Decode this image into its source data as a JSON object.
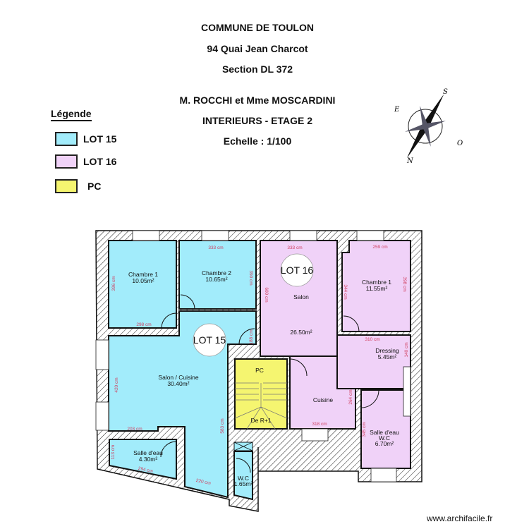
{
  "header": {
    "lines": [
      "COMMUNE DE TOULON",
      "94 Quai Jean Charcot",
      "Section DL 372",
      "M. ROCCHI et Mme MOSCARDINI",
      "INTERIEURS - ETAGE 2",
      "Echelle : 1/100"
    ]
  },
  "legend": {
    "title": "Légende",
    "items": [
      {
        "label": "LOT 15",
        "color": "#a2ecfb"
      },
      {
        "label": "LOT 16",
        "color": "#f0d2f8"
      },
      {
        "label": "PC",
        "color": "#f5f570"
      }
    ]
  },
  "compass": {
    "labels": {
      "north": "N",
      "south": "S",
      "east": "E",
      "west": "O"
    }
  },
  "plan": {
    "lots": [
      {
        "label": "LOT 15"
      },
      {
        "label": "LOT 16"
      }
    ],
    "rooms": [
      {
        "id": "chambre1-lot15",
        "name": "Chambre 1",
        "area": "10.05m²",
        "lot": "LOT 15"
      },
      {
        "id": "chambre2-lot15",
        "name": "Chambre 2",
        "area": "10.65m²",
        "lot": "LOT 15"
      },
      {
        "id": "salon-cuisine",
        "name": "Salon / Cuisine",
        "area": "30.40m²",
        "lot": "LOT 15"
      },
      {
        "id": "salle-eau-lot15",
        "name": "Salle d'eau",
        "area": "4.30m²",
        "lot": "LOT 15"
      },
      {
        "id": "wc-lot15",
        "name": "W.C",
        "area": "1.65m²",
        "lot": "LOT 15"
      },
      {
        "id": "salon-lot16",
        "name": "Salon",
        "area": "26.50m²",
        "lot": "LOT 16"
      },
      {
        "id": "cuisine-lot16",
        "name": "Cuisine",
        "area": "",
        "lot": "LOT 16"
      },
      {
        "id": "chambre1-lot16",
        "name": "Chambre 1",
        "area": "11.55m²",
        "lot": "LOT 16"
      },
      {
        "id": "dressing",
        "name": "Dressing",
        "area": "5.45m²",
        "lot": "LOT 16"
      },
      {
        "id": "salle-eau-wc-lot16",
        "name": "Salle d'eau",
        "name2": "W.C",
        "area": "6.70m²",
        "lot": "LOT 16"
      },
      {
        "id": "pc",
        "name": "PC",
        "sub": "De R+1",
        "lot": "PC"
      }
    ],
    "dimensions": {
      "ch1_15_h": "396 cm",
      "ch1_15_w": "298 cm",
      "ch2_15_w": "333 cm",
      "ch2_15_h": "390 cm",
      "salon16_w": "333 cm",
      "salon16_h": "600 cm",
      "ch1_16_w": "259 cm",
      "ch1_16_h1": "344 cm",
      "ch1_16_h2": "398 cm",
      "entry_h": "188 cm",
      "salon_cuisine_h": "420 cm",
      "salon_cuisine_w": "203 cm",
      "salon_cuisine_h2": "583 cm",
      "salle_eau_15_h": "113 cm",
      "salle_eau_15_w": "294 cm",
      "bottom_w": "220 cm",
      "dressing_w": "310 cm",
      "dressing_h": "140 cm",
      "cuisine_h": "264 cm",
      "cuisine_w": "318 cm",
      "salle_eau_16_h": "345 cm"
    }
  },
  "footer": {
    "watermark": "www.archifacile.fr"
  }
}
